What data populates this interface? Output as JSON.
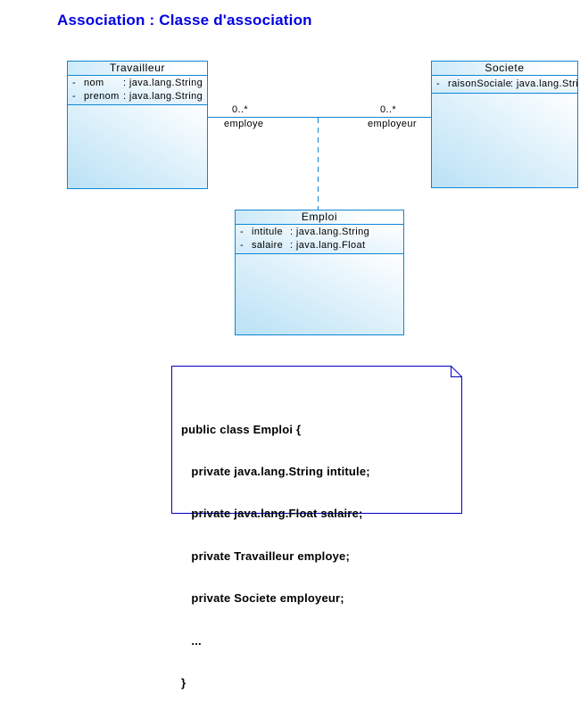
{
  "diagram_title": "Association : Classe d'association",
  "colors": {
    "title_text": "#0000e0",
    "class_border": "#0e86d4",
    "connector": "#0e86d4",
    "note_border": "#0000c4"
  },
  "classes": {
    "travailleur": {
      "name": "Travailleur",
      "attributes": [
        {
          "visibility": "-",
          "name": "nom",
          "type": ": java.lang.String"
        },
        {
          "visibility": "-",
          "name": "prenom",
          "type": ": java.lang.String"
        }
      ]
    },
    "societe": {
      "name": "Societe",
      "attributes": [
        {
          "visibility": "-",
          "name": "raisonSociale",
          "type": ": java.lang.Strin"
        }
      ]
    },
    "emploi": {
      "name": "Emploi",
      "attributes": [
        {
          "visibility": "-",
          "name": "intitule",
          "type": ": java.lang.String"
        },
        {
          "visibility": "-",
          "name": "salaire",
          "type": ": java.lang.Float"
        }
      ]
    }
  },
  "association": {
    "left": {
      "multiplicity": "0..*",
      "role": "employe"
    },
    "right": {
      "multiplicity": "0..*",
      "role": "employeur"
    }
  },
  "note": {
    "lines": [
      "public class Emploi {",
      "   private java.lang.String intitule;",
      "   private java.lang.Float salaire;",
      "   private Travailleur employe;",
      "   private Societe employeur;",
      "   ...",
      "}"
    ]
  }
}
